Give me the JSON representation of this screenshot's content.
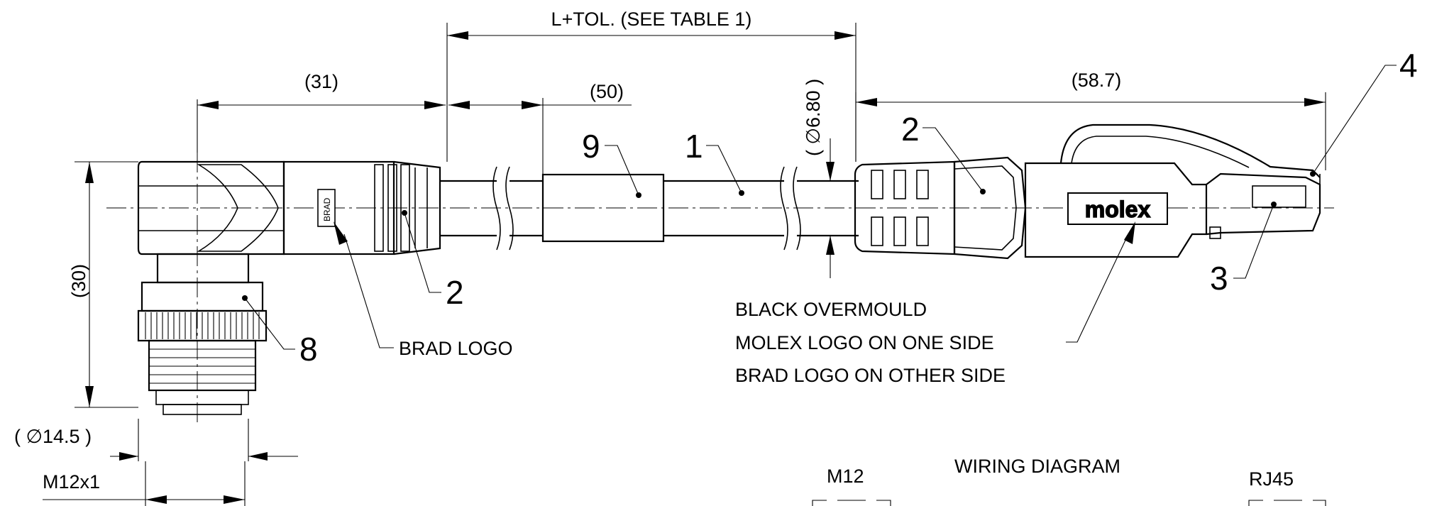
{
  "dimensions": {
    "length": "L+TOL. (SEE TABLE 1)",
    "m12_connector": "(31)",
    "sleeve": "(50)",
    "cable_diameter": "( ∅6.80 )",
    "rj45_connector": "(58.7)",
    "height": "(30)",
    "nut_diameter": "( ∅14.5 )",
    "thread": "M12x1"
  },
  "item_numbers": {
    "cable": "1",
    "overmould_m12": "2",
    "overmould_rj45": "2",
    "plug": "3",
    "latch": "4",
    "coupling_nut": "8",
    "heatshrink": "9"
  },
  "notes": {
    "brad_logo": "BRAD LOGO",
    "overmould_line1": "BLACK OVERMOULD",
    "overmould_line2": "MOLEX LOGO ON ONE SIDE",
    "overmould_line3": "BRAD LOGO ON OTHER SIDE"
  },
  "logos": {
    "molex": "molex",
    "brad": "BRAD"
  },
  "wiring": {
    "title": "WIRING DIAGRAM",
    "left_label": "M12",
    "right_label": "RJ45"
  }
}
